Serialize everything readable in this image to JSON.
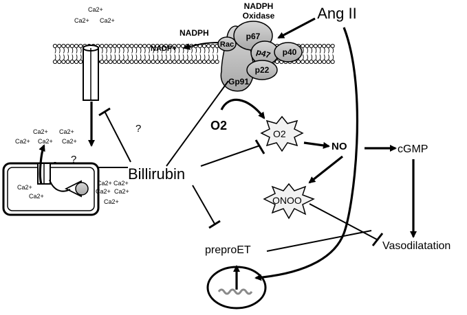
{
  "labels": {
    "nadph_oxidase_line1": "NADPH",
    "nadph_oxidase_line2": "Oxidase",
    "nadph": "NADPH",
    "nadp": "NADP+",
    "ang_ii": "Ang II",
    "p67": "p67",
    "rac": "Rac",
    "p47": "p47",
    "p40": "p40",
    "p22": "p22",
    "gp91": "Gp91",
    "o2": "O2",
    "superoxide": "O2",
    "no": "NO",
    "cgmp": "cGMP",
    "onoo": "ONOO",
    "vasodilatation": "Vasodilatation",
    "bilirubin": "Billirubin",
    "preproet": "preproET",
    "question_top": "?",
    "question_left": "?",
    "ca": "Ca2+"
  }
}
